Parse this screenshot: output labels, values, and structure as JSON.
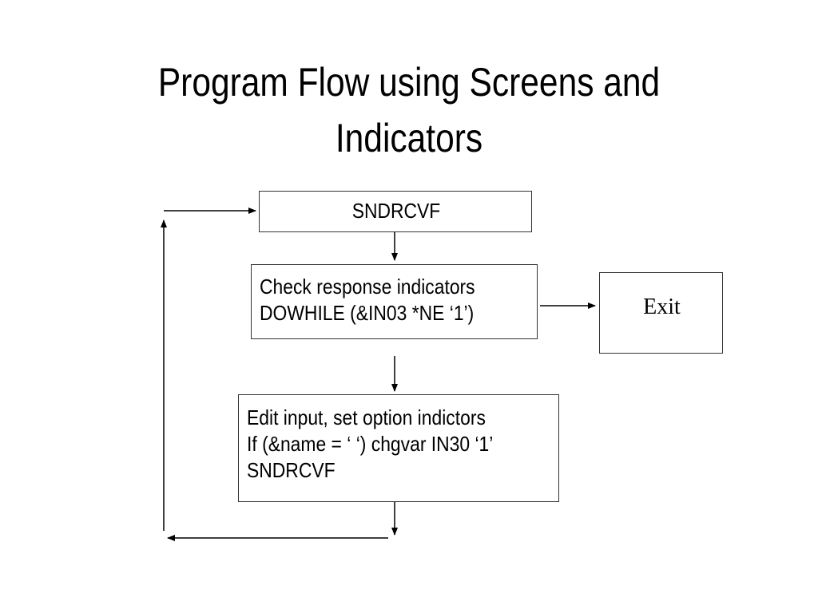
{
  "title": {
    "line1": "Program Flow using Screens and",
    "line2": "Indicators"
  },
  "nodes": {
    "sndrcvf": {
      "label": "SNDRCVF"
    },
    "check": {
      "line1": "Check response indicators",
      "line2": "DOWHILE (&IN03 *NE ‘1’)"
    },
    "edit": {
      "line1": "Edit input, set option indictors",
      "line2": "If (&name = ‘ ‘) chgvar IN30 ‘1’",
      "line3": "SNDRCVF"
    },
    "exit": {
      "label": "Exit"
    }
  }
}
